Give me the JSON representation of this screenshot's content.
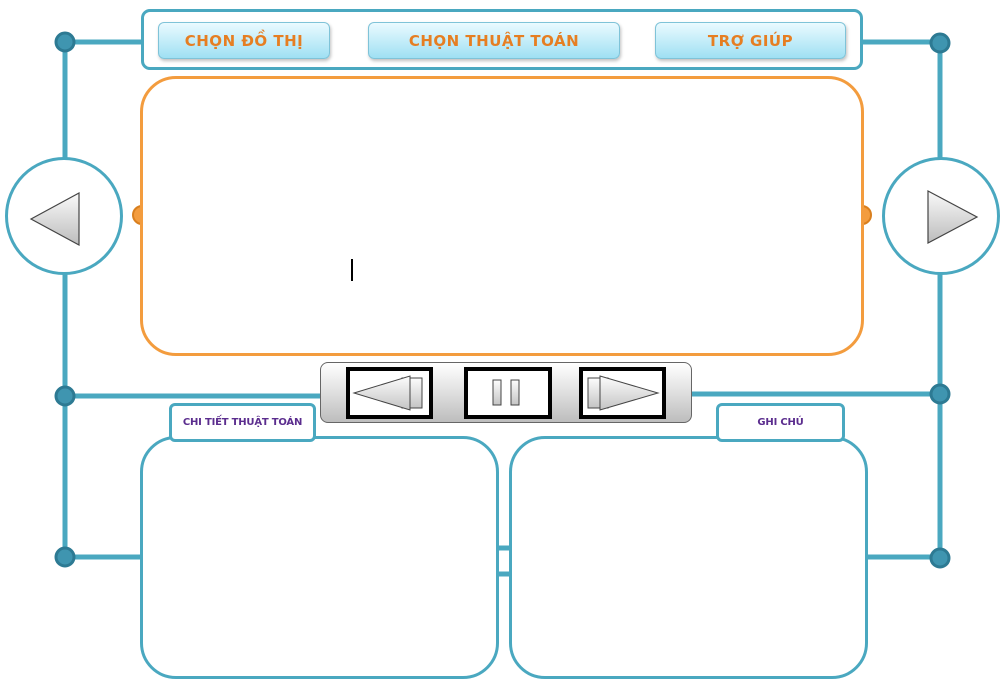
{
  "menu": {
    "choose_graph": "CHỌN ĐỒ THỊ",
    "choose_algorithm": "CHỌN THUẬT TOÁN",
    "help": "TRỢ GIÚP"
  },
  "panels": {
    "algorithm_detail_label": "CHI TIẾT THUẬT TOÁN",
    "notes_label": "GHI CHÚ"
  },
  "icons": {
    "prev": "triangle-left-icon",
    "next": "triangle-right-icon",
    "rewind": "rewind-icon",
    "pause": "pause-icon",
    "forward": "fast-forward-icon"
  },
  "colors": {
    "frame": "#4aa8c0",
    "canvas_border": "#f39c3e",
    "menu_text": "#e67e22",
    "label_text": "#5b2d8e",
    "node_fill": "#3f95b0"
  }
}
